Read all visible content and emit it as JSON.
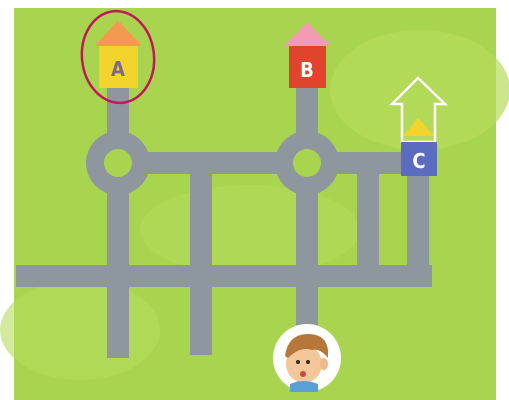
{
  "houses": [
    {
      "id": "A",
      "label": "A",
      "body_color": "#f2d42c",
      "roof_color": "#f39a4f",
      "label_color": "#7a6a8a",
      "circled": true
    },
    {
      "id": "B",
      "label": "B",
      "body_color": "#e0442d",
      "roof_color": "#f29bb3",
      "label_color": "#ffffff",
      "circled": false
    },
    {
      "id": "C",
      "label": "C",
      "body_color": "#5b6cc0",
      "roof_color": "#f2d42c",
      "label_color": "#ffffff",
      "circled": false,
      "roof_outline": true
    }
  ],
  "colors": {
    "grass": "#a9d44f",
    "grass_light": "#b9df62",
    "road": "#8f979e",
    "circle_marker": "#c2185b"
  },
  "player": {
    "icon": "boy-avatar-icon"
  }
}
